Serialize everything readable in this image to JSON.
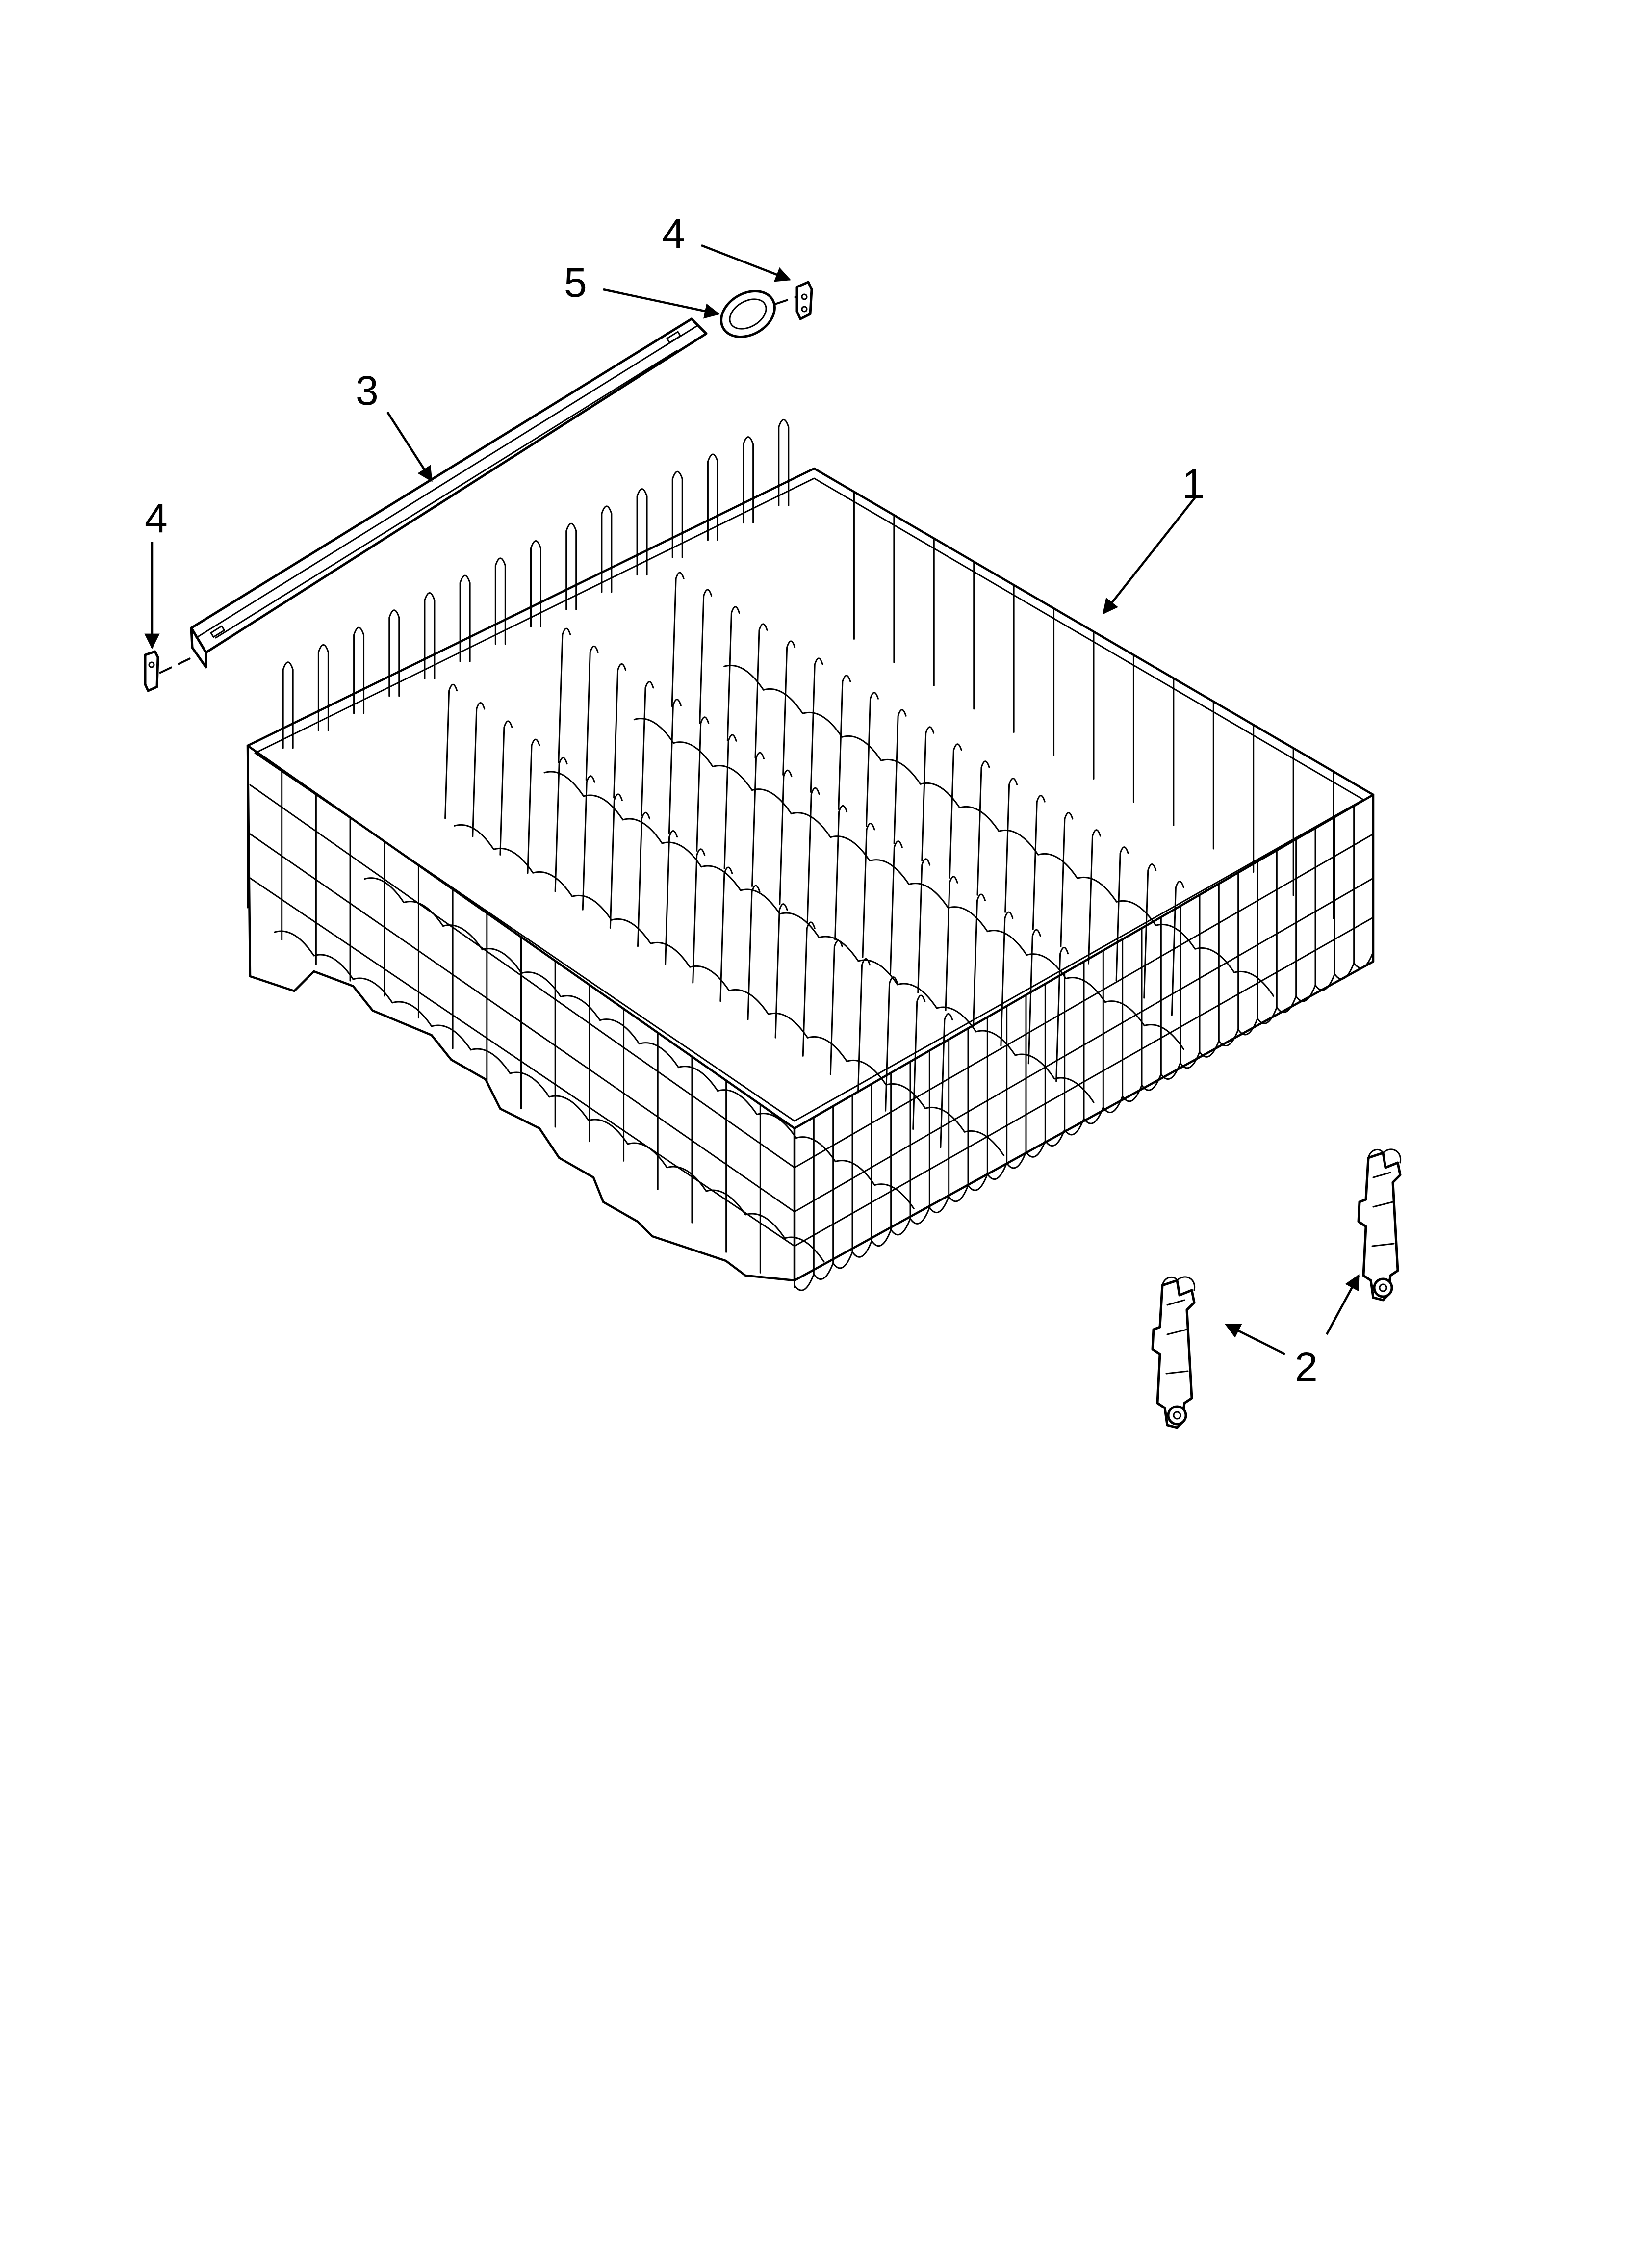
{
  "callouts": {
    "rack": "1",
    "wheel_assembly": "2",
    "rail": "3",
    "end_cap_top": "4",
    "end_cap_left": "4",
    "rail_bumper": "5"
  },
  "colors": {
    "line": "#000000",
    "background": "#ffffff"
  }
}
